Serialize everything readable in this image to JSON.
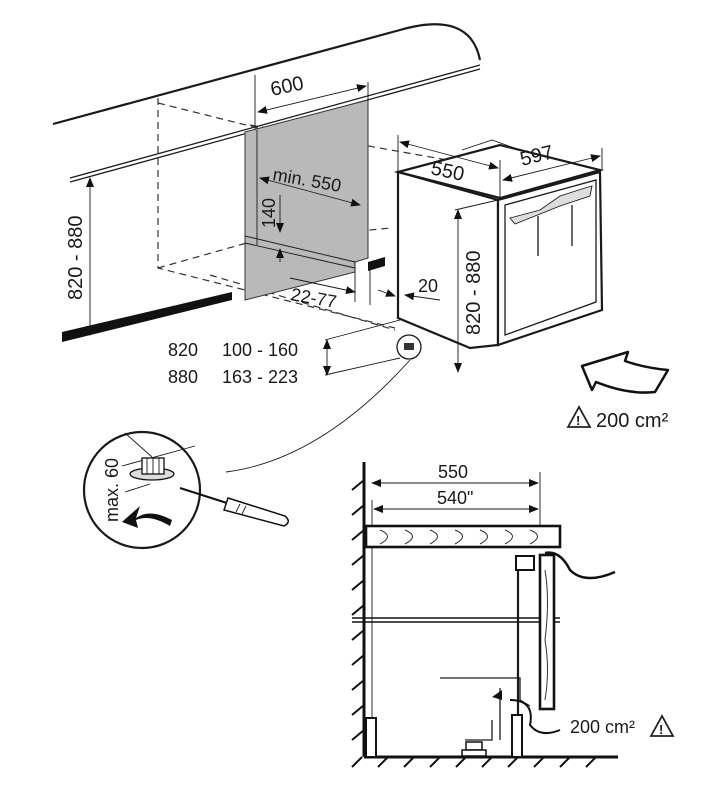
{
  "diagram": {
    "title": "Built-under refrigerator installation dimensions",
    "niche": {
      "width": "600",
      "depth_min": "min. 550",
      "height": "820 - 880",
      "plinth_cutout_height": "140",
      "plinth_offset": "22-77"
    },
    "appliance": {
      "depth": "550",
      "width": "597",
      "height": "820 - 880",
      "door_offset": "20"
    },
    "plinth_table": {
      "rows": [
        {
          "height": "820",
          "range": "100 - 160"
        },
        {
          "height": "880",
          "range": "163 - 223"
        }
      ]
    },
    "ventilation_top": {
      "area": "200 cm²",
      "icon": "warning-triangle-icon"
    },
    "foot_detail": {
      "label": "max. 60",
      "icons": [
        "adjustable-foot-icon",
        "screwdriver-icon",
        "rotate-arrow-icon"
      ]
    },
    "section_view": {
      "depth_outer": "550",
      "depth_inner": "540\"",
      "ventilation_area": "200 cm²",
      "icon": "warning-triangle-icon"
    },
    "airflow_icon": "airflow-arrow-icon"
  }
}
